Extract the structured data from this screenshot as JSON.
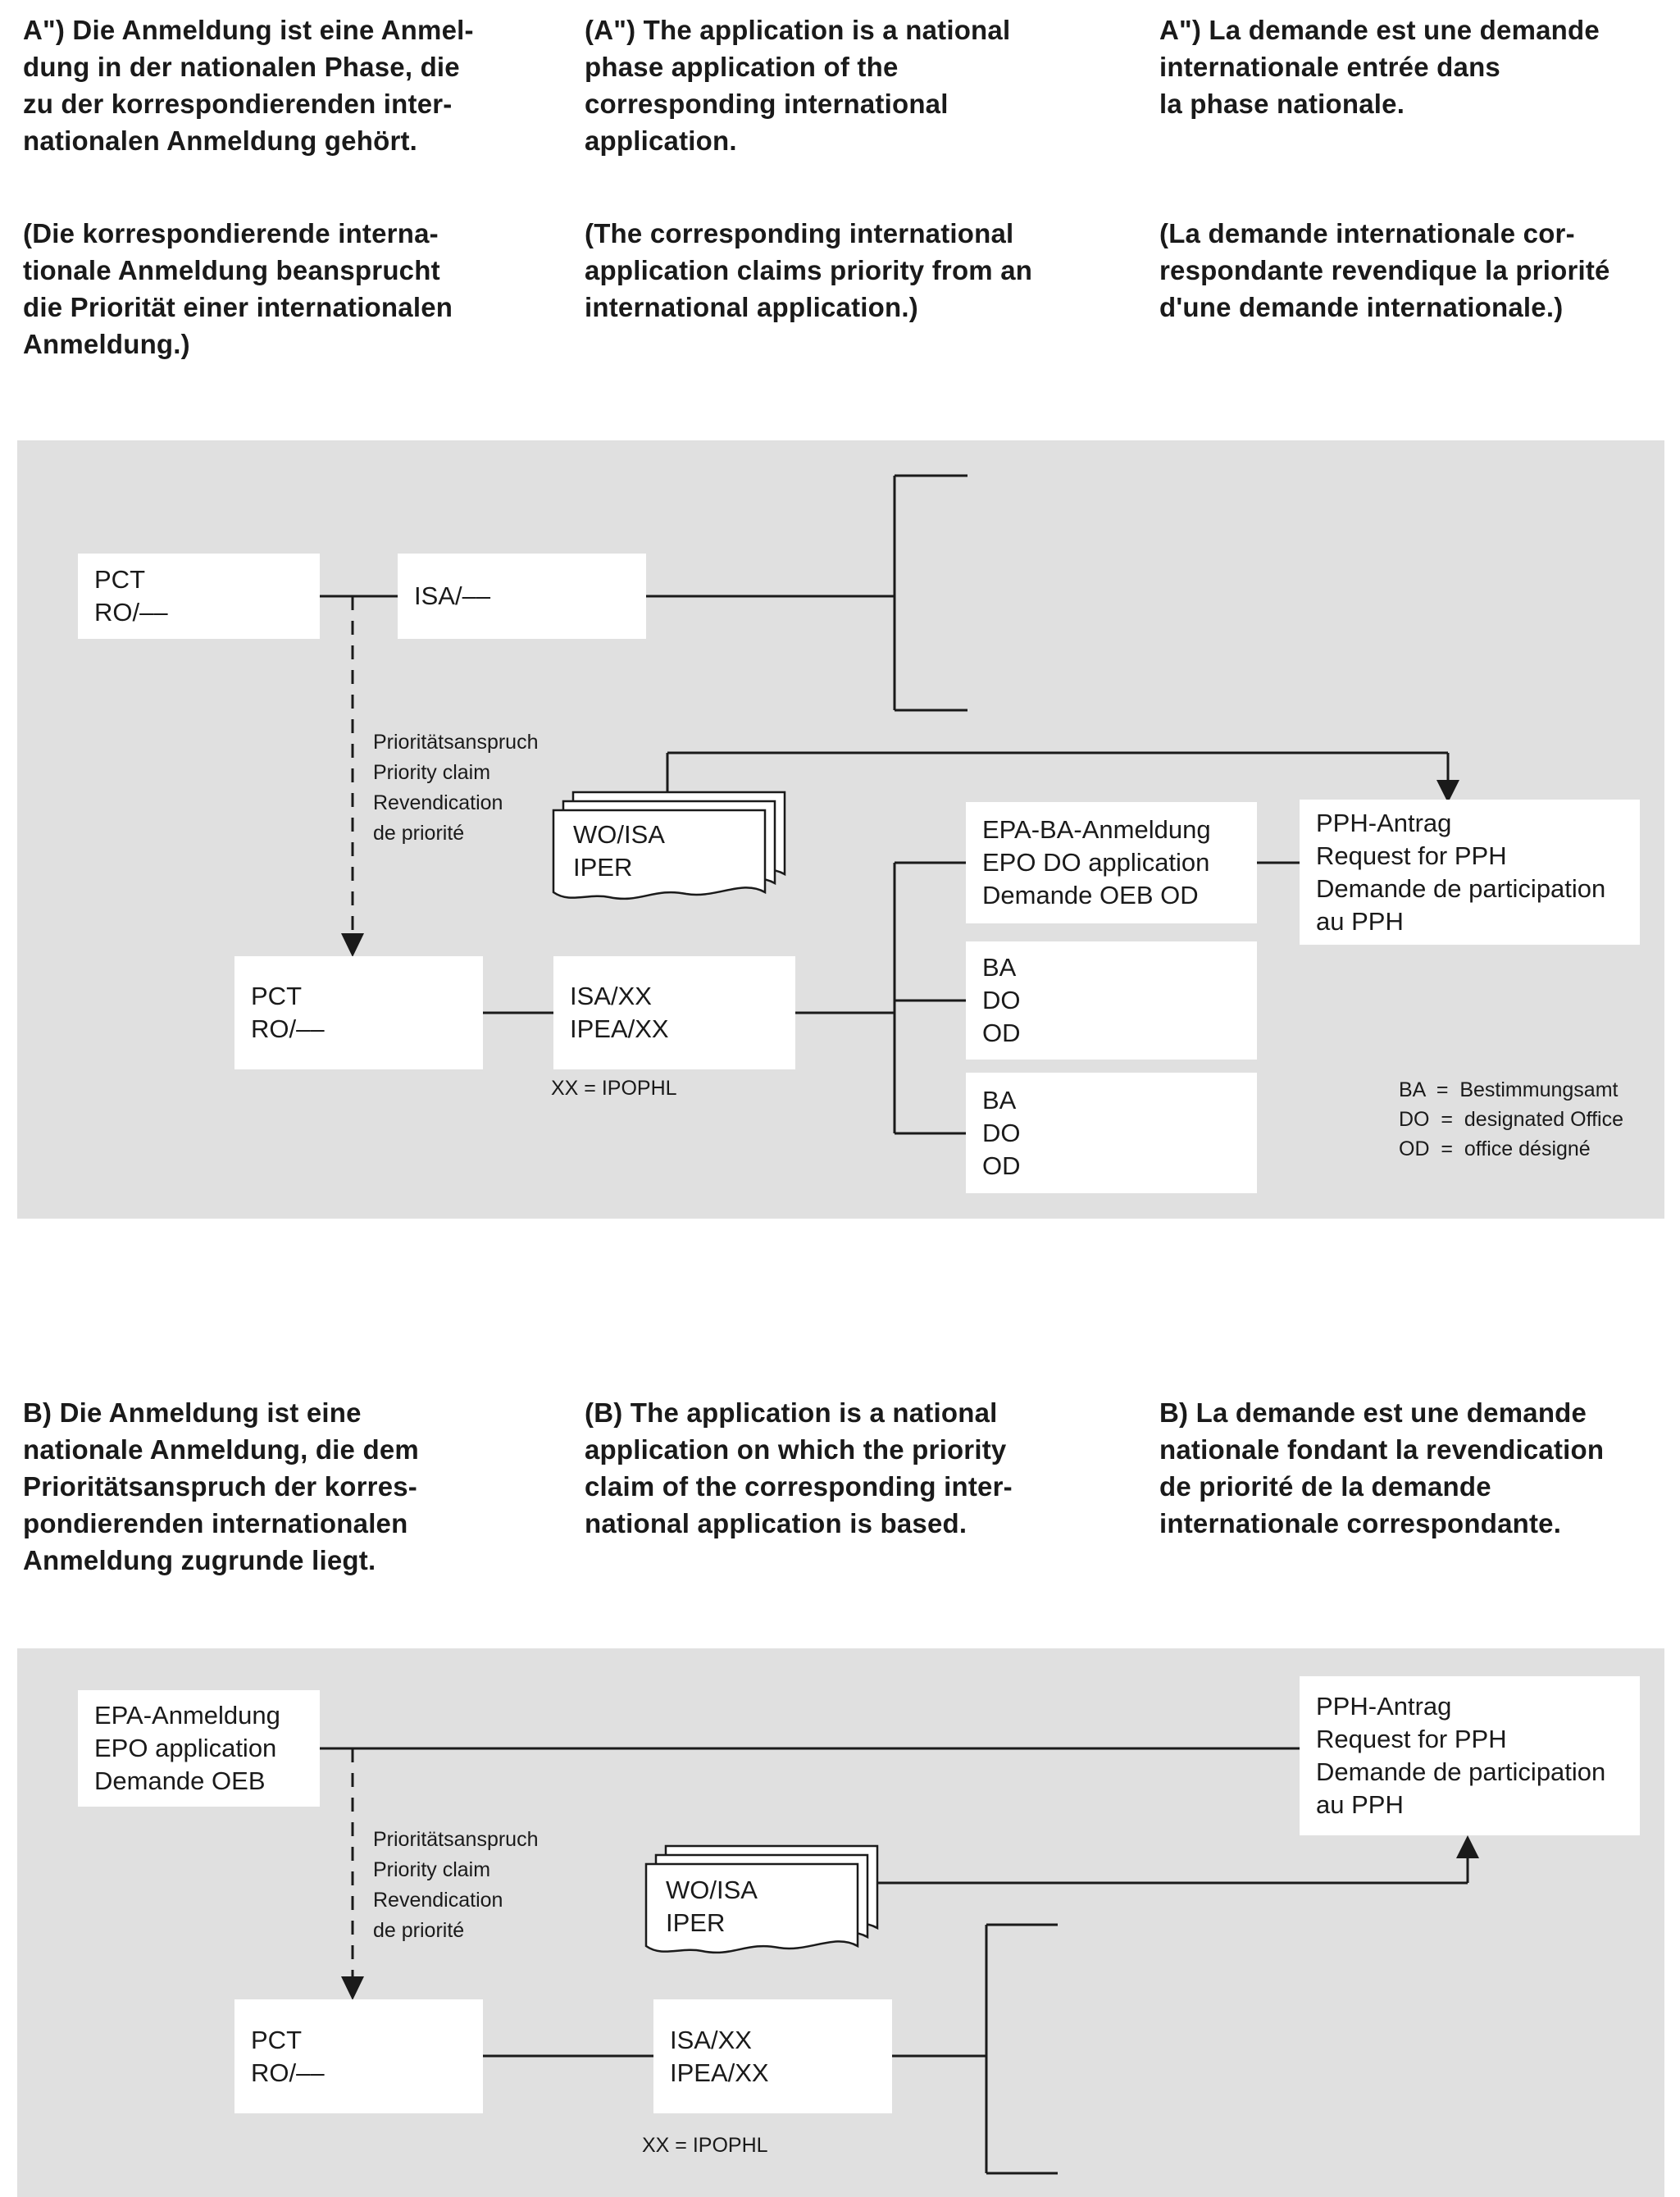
{
  "colors": {
    "page_bg": "#ffffff",
    "panel_bg": "#e0e0e0",
    "box_bg": "#ffffff",
    "line": "#1a1a1a",
    "text": "#1a1a1a"
  },
  "section_a": {
    "de_1": "A\") Die Anmeldung ist eine Anmel-\ndung in der nationalen Phase, die\nzu der korrespondierenden inter-\nnationalen Anmeldung gehört.",
    "de_2": "(Die korrespondierende interna-\ntionale Anmeldung beansprucht\ndie Priorität einer internationalen\nAnmeldung.)",
    "en_1": "(A\") The application is a national\nphase application of the\ncorresponding international\napplication.",
    "en_2": "(The corresponding international\napplication claims priority from an\ninternational application.)",
    "fr_1": "A\") La demande est une demande\ninternationale entrée dans\nla phase nationale.",
    "fr_2": "(La demande internationale cor-\nrespondante revendique la priorité\nd'une demande internationale.)"
  },
  "section_b": {
    "de": "B) Die Anmeldung ist eine\nnationale Anmeldung, die dem\nPrioritätsanspruch der korres-\npondierenden internationalen\nAnmeldung zugrunde liegt.",
    "en": "(B) The application is a national\napplication on which the priority\nclaim of the corresponding inter-\nnational application is based.",
    "fr": "B) La demande est une demande\nnationale fondant la revendication\nde priorité de la demande\ninternationale correspondante."
  },
  "diagram_a": {
    "pct_ro_top": "PCT\nRO/––",
    "isa_top": "ISA/––",
    "priority_label": "Prioritätsanspruch\nPriority claim\nRevendication\nde priorité",
    "wo_isa_doc": "WO/ISA\nIPER",
    "pct_ro_bottom": "PCT\nRO/––",
    "isa_ipea": "ISA/XX\nIPEA/XX",
    "xx_note": "XX = IPOPHL",
    "epa_ba_box": "EPA-BA-Anmeldung\nEPO DO application\nDemande OEB OD",
    "ba_do_od_1": "BA\nDO\nOD",
    "ba_do_od_2": "BA\nDO\nOD",
    "pph_request": "PPH-Antrag\nRequest for PPH\nDemande de participation\nau PPH",
    "legend": "BA  =  Bestimmungsamt\nDO  =  designated Office\nOD  =  office désigné"
  },
  "diagram_b": {
    "epa_application": "EPA-Anmeldung\nEPO application\nDemande OEB",
    "pph_request": "PPH-Antrag\nRequest for PPH\nDemande de participation\nau PPH",
    "priority_label": "Prioritätsanspruch\nPriority claim\nRevendication\nde priorité",
    "wo_isa_doc": "WO/ISA\nIPER",
    "pct_ro": "PCT\nRO/––",
    "isa_ipea": "ISA/XX\nIPEA/XX",
    "xx_note": "XX = IPOPHL"
  }
}
